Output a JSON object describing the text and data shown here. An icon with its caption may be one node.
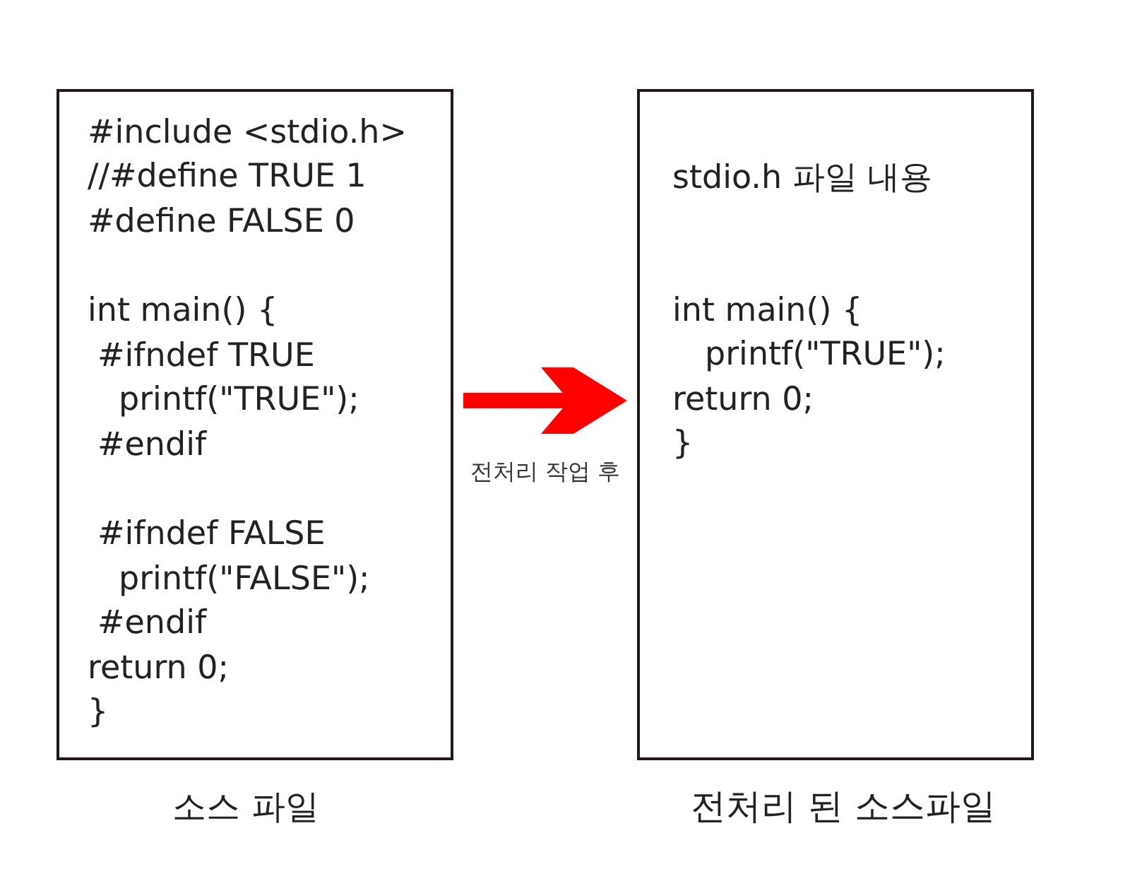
{
  "diagram": {
    "nodes": [
      {
        "text": [
          "#include <stdio.h>",
          "//#define TRUE 1",
          "#define FALSE 0",
          "int main() {",
          "#ifndef TRUE",
          "printf(\"TRUE\");",
          "#endif",
          "#ifndef FALSE",
          "printf(\"FALSE\");",
          "#endif",
          "return 0;",
          "}"
        ],
        "beside": [
          "소스 파일"
        ]
      },
      {
        "text": [
          "stdio.h 파일 내용",
          "int main() {",
          "printf(\"TRUE\");",
          "return 0;",
          "}"
        ],
        "beside": [
          "전처리 된 소스파일"
        ]
      }
    ],
    "edges": [
      {
        "from": 0,
        "to": 1,
        "arrow": "to",
        "label": "전처리 작업 후",
        "color": "#ff0000"
      }
    ]
  }
}
